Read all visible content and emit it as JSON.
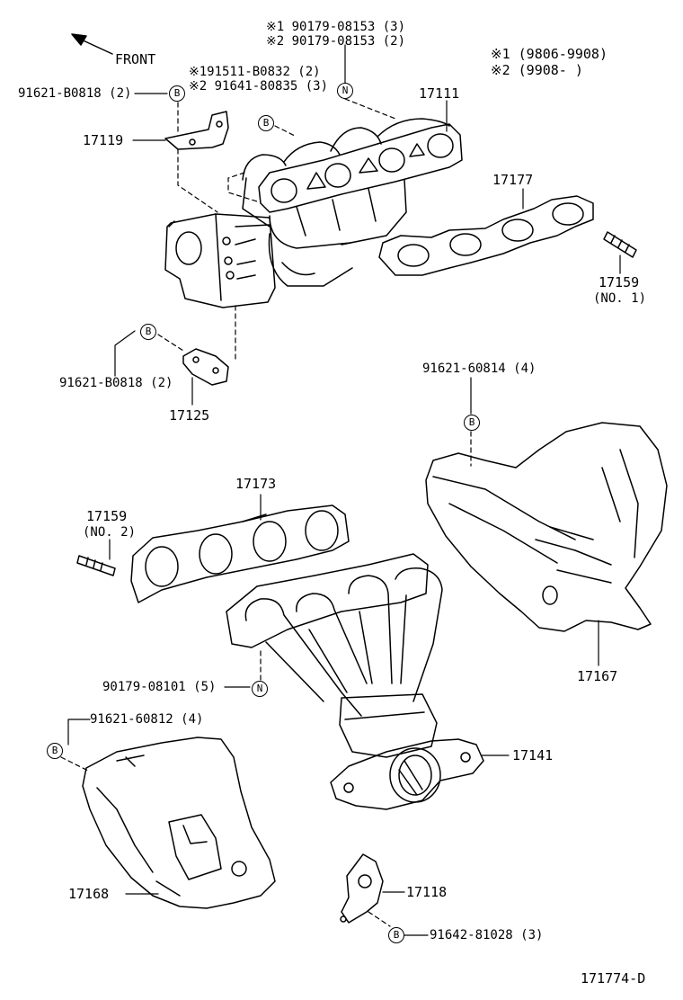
{
  "front_label": "FRONT",
  "legend": {
    "row1": "※1 (9806-9908)",
    "row2": "※2 (9908-      )"
  },
  "callouts": {
    "n_top_1": "※1 90179-08153 (3)",
    "n_top_2": "※2 90179-08153 (2)",
    "b_top_1": "※191511-B0832 (2)",
    "b_top_2": "※2 91641-80835 (3)",
    "p91621_top": "91621-B0818 (2)",
    "p17119": "17119",
    "p17111": "17111",
    "p17177": "17177",
    "p17159_a": "17159",
    "p17159_a_sub": "(NO. 1)",
    "p91621_mid": "91621-B0818 (2)",
    "p17125": "17125",
    "p91621_60814": "91621-60814 (4)",
    "p17173": "17173",
    "p17159_b": "17159",
    "p17159_b_sub": "(NO. 2)",
    "p17167": "17167",
    "p90179_08101": "90179-08101 (5)",
    "p91621_60812": "91621-60812 (4)",
    "p17141": "17141",
    "p17168": "17168",
    "p17118": "17118",
    "p91642": "91642-81028 (3)"
  },
  "tags": {
    "b": "B",
    "n": "N"
  },
  "figure_id": "171774-D"
}
